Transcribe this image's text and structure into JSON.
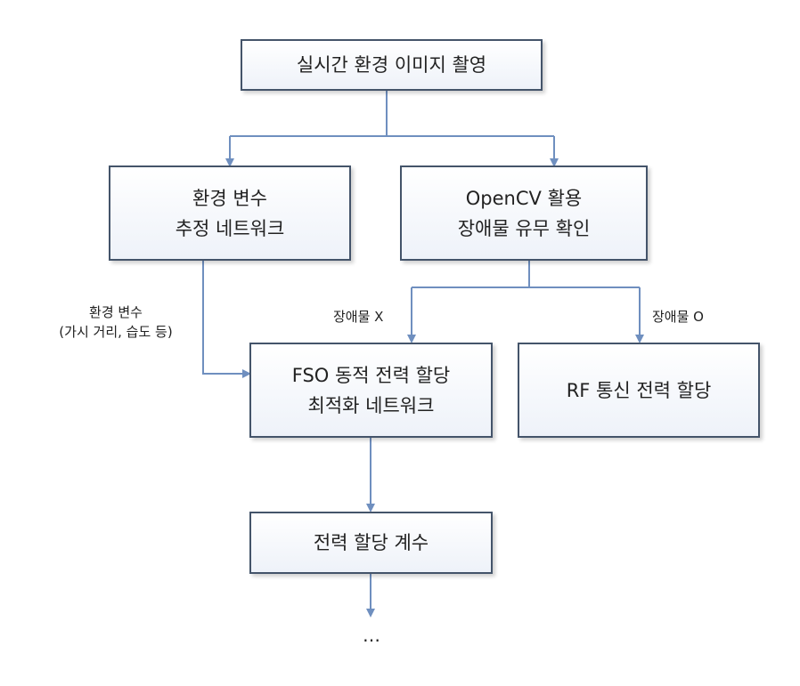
{
  "nodes": {
    "capture": {
      "label": "실시간 환경 이미지 촬영"
    },
    "env_net": {
      "line1": "환경 변수",
      "line2": "추정 네트워크"
    },
    "opencv": {
      "line1": "OpenCV 활용",
      "line2": "장애물 유무 확인"
    },
    "fso": {
      "line1": "FSO 동적 전력 할당",
      "line2": "최적화 네트워크"
    },
    "rf": {
      "label": "RF 통신 전력 할당"
    },
    "coef": {
      "label": "전력 할당 계수"
    }
  },
  "edge_labels": {
    "env_vars_line1": "환경 변수",
    "env_vars_line2": "(가시 거리, 습도 등)",
    "obstacle_no": "장애물 X",
    "obstacle_yes": "장애물 O"
  },
  "continuation": "…",
  "colors": {
    "connector": "#6f8fbf",
    "box_border": "#44546a",
    "box_fill_top": "#ffffff",
    "box_fill_bottom": "#eef2f9"
  }
}
